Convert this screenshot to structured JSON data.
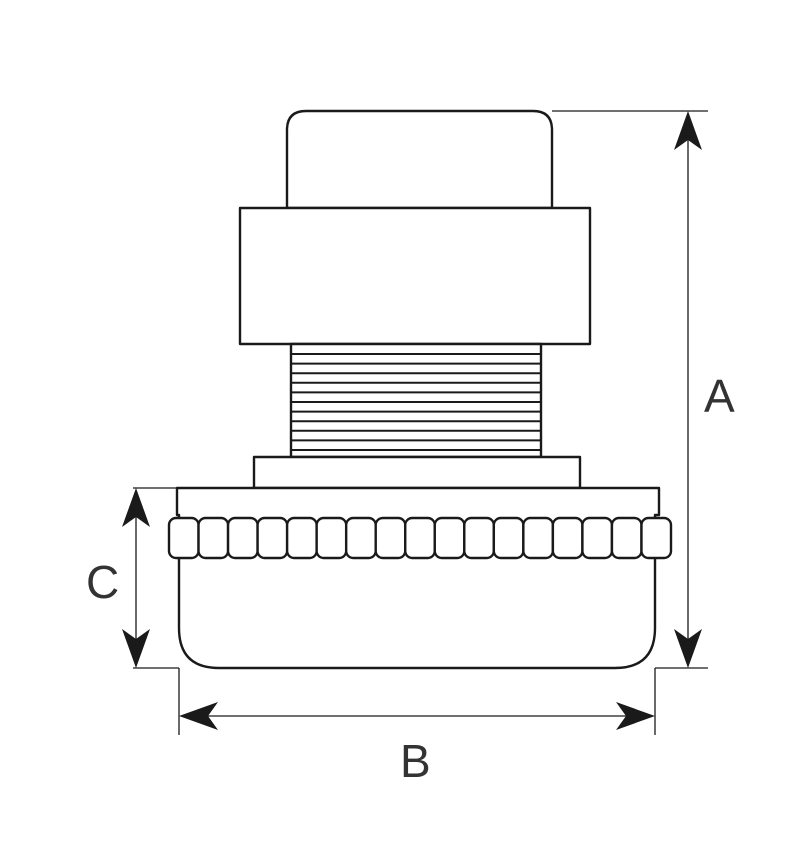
{
  "diagram": {
    "dimensions": {
      "a_label": "A",
      "b_label": "B",
      "c_label": "C"
    },
    "colors": {
      "line": "#1a1a1a",
      "label": "#333333",
      "background": "#ffffff"
    }
  }
}
